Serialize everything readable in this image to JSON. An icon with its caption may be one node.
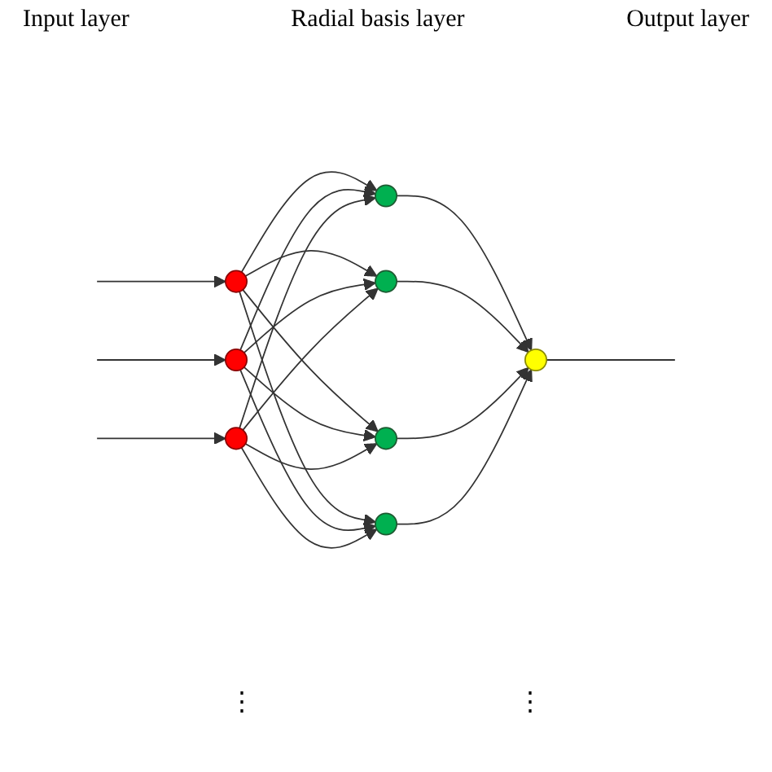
{
  "diagram": {
    "nodes": [
      {
        "text": [],
        "shape": "circle"
      },
      {
        "text": [],
        "shape": "circle"
      },
      {
        "text": [],
        "shape": "circle"
      },
      {
        "text": [],
        "shape": "circle"
      },
      {
        "text": [],
        "shape": "circle"
      },
      {
        "text": [],
        "shape": "circle"
      },
      {
        "text": [],
        "shape": "circle"
      },
      {
        "text": [],
        "shape": "circle"
      }
    ],
    "edges": [
      {
        "from": null,
        "to": 0,
        "arrow": "to"
      },
      {
        "from": null,
        "to": 1,
        "arrow": "to"
      },
      {
        "from": null,
        "to": 2,
        "arrow": "to"
      },
      {
        "from": 0,
        "to": 3,
        "arrow": "to"
      },
      {
        "from": 0,
        "to": 4,
        "arrow": "to"
      },
      {
        "from": 0,
        "to": 5,
        "arrow": "to"
      },
      {
        "from": 0,
        "to": 6,
        "arrow": "to"
      },
      {
        "from": 1,
        "to": 3,
        "arrow": "to"
      },
      {
        "from": 1,
        "to": 4,
        "arrow": "to"
      },
      {
        "from": 1,
        "to": 5,
        "arrow": "to"
      },
      {
        "from": 1,
        "to": 6,
        "arrow": "to"
      },
      {
        "from": 2,
        "to": 3,
        "arrow": "to"
      },
      {
        "from": 2,
        "to": 4,
        "arrow": "to"
      },
      {
        "from": 2,
        "to": 5,
        "arrow": "to"
      },
      {
        "from": 2,
        "to": 6,
        "arrow": "to"
      },
      {
        "from": 3,
        "to": 7,
        "arrow": "to"
      },
      {
        "from": 4,
        "to": 7,
        "arrow": "to"
      },
      {
        "from": 5,
        "to": 7,
        "arrow": "to"
      },
      {
        "from": 6,
        "to": 7,
        "arrow": "to"
      },
      {
        "from": 7,
        "to": null,
        "arrow": "none"
      }
    ],
    "labels": [
      "Input layer",
      "Radial basis layer",
      "Output layer",
      "⋮",
      "⋮"
    ]
  }
}
